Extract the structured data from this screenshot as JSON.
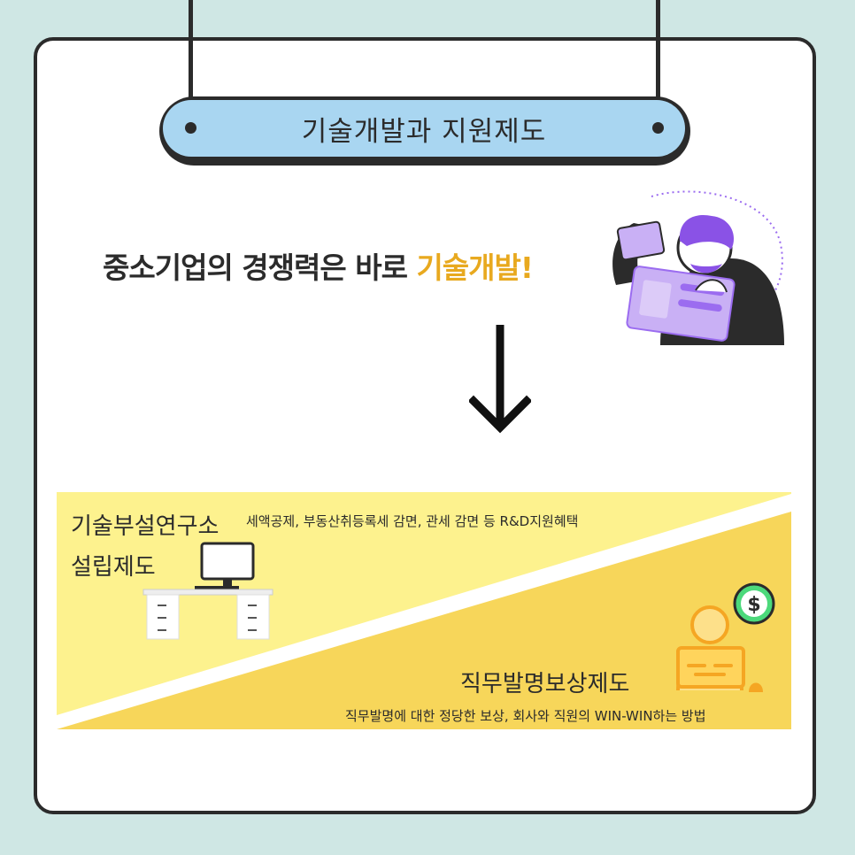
{
  "header": {
    "title": "기술개발과 지원제도"
  },
  "headline": {
    "text": "중소기업의 경쟁력은 바로 ",
    "highlight": "기술개발!"
  },
  "banner": {
    "item1": {
      "label_line1": "기술부설연구소",
      "label_line2": "설립제도",
      "note": "세액공제, 부동산취등록세 감면, 관세 감면 등 R&D지원혜택"
    },
    "item2": {
      "label": "직무발명보상제도",
      "note": "직무발명에 대한 정당한 보상, 회사와 직원의 WIN-WIN하는 방법"
    }
  },
  "icons": [
    "person-with-tablet-icon",
    "down-arrow-icon",
    "desk-computer-icon",
    "worker-laptop-icon",
    "dollar-coin-icon"
  ],
  "colors": {
    "background": "#cfe7e4",
    "pill": "#a9d6f1",
    "accent": "#e8a91f",
    "banner_light": "#fdf28e",
    "banner_dark": "#f7d65a",
    "illustration": "#9b6cf0"
  }
}
